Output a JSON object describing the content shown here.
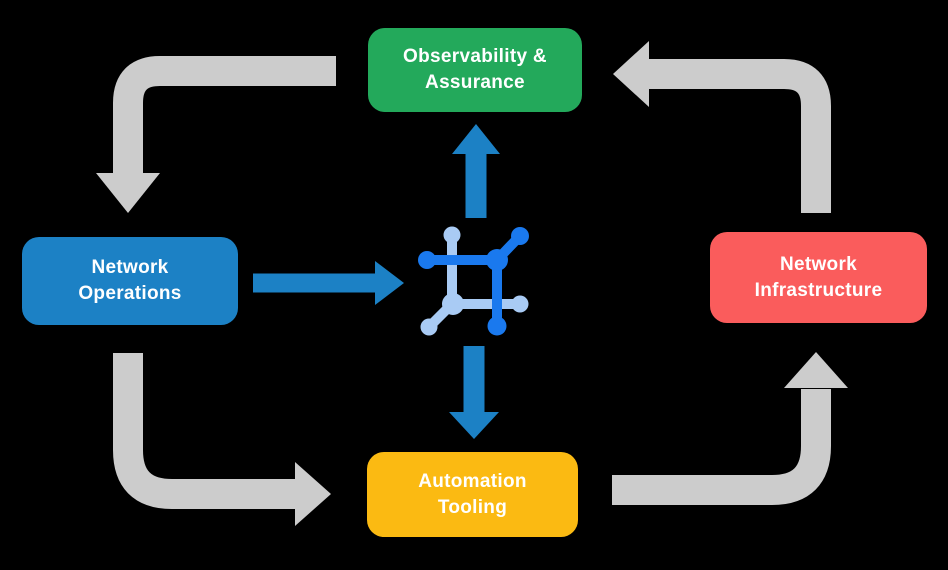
{
  "nodes": {
    "observability": {
      "label": "Observability &\nAssurance",
      "color": "#23A95B"
    },
    "operations": {
      "label": "Network\nOperations",
      "color": "#1C81C5"
    },
    "infrastructure": {
      "label": "Network\nInfrastructure",
      "color": "#FA5C5C"
    },
    "automation": {
      "label": "Automation\nTooling",
      "color": "#FBBA12"
    }
  },
  "center_icon": {
    "name": "network-mesh-icon",
    "color_dark": "#1A79EE",
    "color_light": "#A9CBF4"
  },
  "arrows": {
    "gray_color": "#CCCCCC",
    "blue_color": "#1C81C5",
    "outer_cycle": [
      {
        "from": "observability",
        "to": "operations"
      },
      {
        "from": "operations",
        "to": "automation"
      },
      {
        "from": "automation",
        "to": "infrastructure"
      },
      {
        "from": "infrastructure",
        "to": "observability"
      }
    ],
    "hub_links": [
      {
        "from": "operations",
        "to": "center-icon"
      },
      {
        "from": "center-icon",
        "to": "observability"
      },
      {
        "from": "center-icon",
        "to": "automation"
      }
    ]
  },
  "background_color": "#000000"
}
